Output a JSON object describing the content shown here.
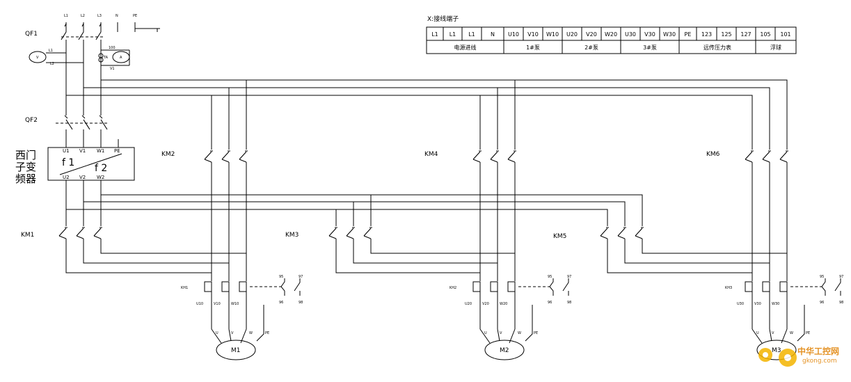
{
  "supply_labels": [
    "L1",
    "L2",
    "L3",
    "N",
    "PE"
  ],
  "qf1": "QF1",
  "qf2": "QF2",
  "meter_v": "V",
  "meter_a": "A",
  "meter_ta": "TA",
  "meter_v_wires": [
    "L1",
    "L2"
  ],
  "meter_a_wires": [
    "100",
    "V1"
  ],
  "inverter": {
    "name_lines": [
      "西门",
      "子变",
      "频器"
    ],
    "in_terms": [
      "U1",
      "V1",
      "W1",
      "PE"
    ],
    "out_terms": [
      "U2",
      "V2",
      "W2"
    ],
    "symbol_f1": "f 1",
    "symbol_f2": "f 2"
  },
  "contactors": [
    "KM1",
    "KM2",
    "KM3",
    "KM4",
    "KM5",
    "KM6"
  ],
  "overloads": [
    "KH1",
    "KH2",
    "KH3"
  ],
  "aux_contacts": [
    "95",
    "97",
    "96",
    "98"
  ],
  "motors": [
    {
      "name": "M1",
      "terms": [
        "U10",
        "V10",
        "W10"
      ]
    },
    {
      "name": "M2",
      "terms": [
        "U20",
        "V20",
        "W20"
      ]
    },
    {
      "name": "M3",
      "terms": [
        "U30",
        "V30",
        "W30"
      ]
    }
  ],
  "motor_conn": [
    "U",
    "V",
    "W",
    "PE"
  ],
  "terminal_block": {
    "title": "X:接线端子",
    "cells": [
      "L1",
      "L1",
      "L1",
      "N",
      "U10",
      "V10",
      "W10",
      "U20",
      "V20",
      "W20",
      "U30",
      "V30",
      "W30",
      "PE",
      "123",
      "125",
      "127",
      "105",
      "101"
    ],
    "groups": [
      "电源进线",
      "1#泵",
      "2#泵",
      "3#泵",
      "远传压力表",
      "浮球"
    ]
  },
  "watermark": {
    "cn": "中华工控网",
    "url": "gkong.com"
  }
}
